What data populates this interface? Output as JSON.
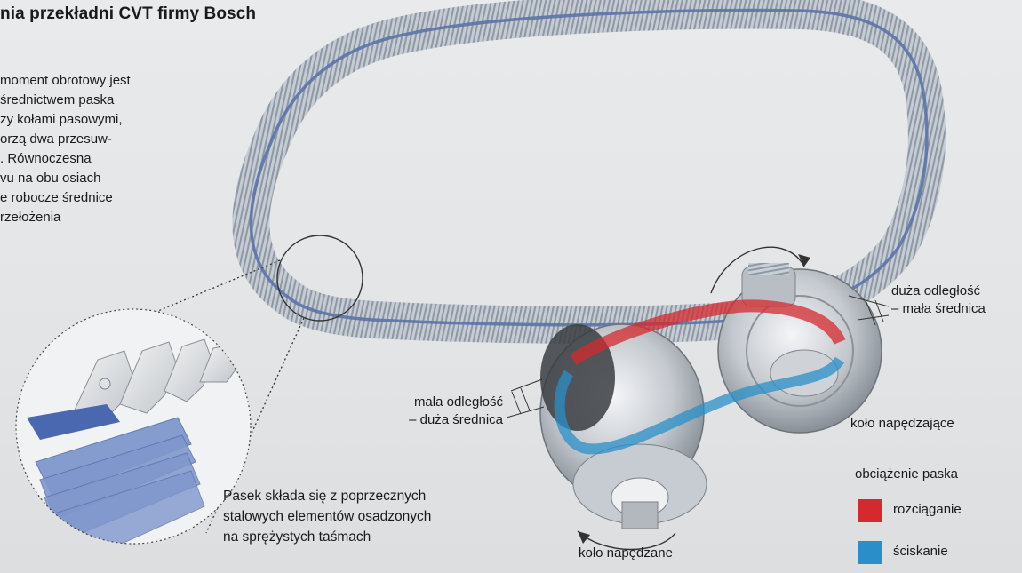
{
  "title": "nia przekładni CVT firmy Bosch",
  "intro_lines": [
    "moment obrotowy jest",
    "średnictwem paska",
    "zy kołami pasowymi,",
    "orzą dwa przesuw-",
    ". Równoczesna",
    "vu na obu osiach",
    "e robocze średnice",
    "rzełożenia"
  ],
  "labels": {
    "large_distance_1": "duża odległość",
    "large_distance_2": "– mała średnica",
    "small_distance_1": "mała odległość",
    "small_distance_2": "– duża średnica",
    "driving_pulley": "koło napędzające",
    "driven_pulley": "koło napędzane"
  },
  "caption_lines": [
    "Pasek składa się z poprzecznych",
    "stalowych elementów osadzonych",
    "na sprężystych taśmach"
  ],
  "legend": {
    "title": "obciążenie paska",
    "items": [
      {
        "label": "rozciąganie",
        "color": "#d42a2e"
      },
      {
        "label": "ściskanie",
        "color": "#2a8fc8"
      }
    ]
  },
  "colors": {
    "belt_steel": "#aeb6c0",
    "belt_band": "#5b73a8",
    "tension": "#d42a2e",
    "compression": "#2a8fc8"
  }
}
